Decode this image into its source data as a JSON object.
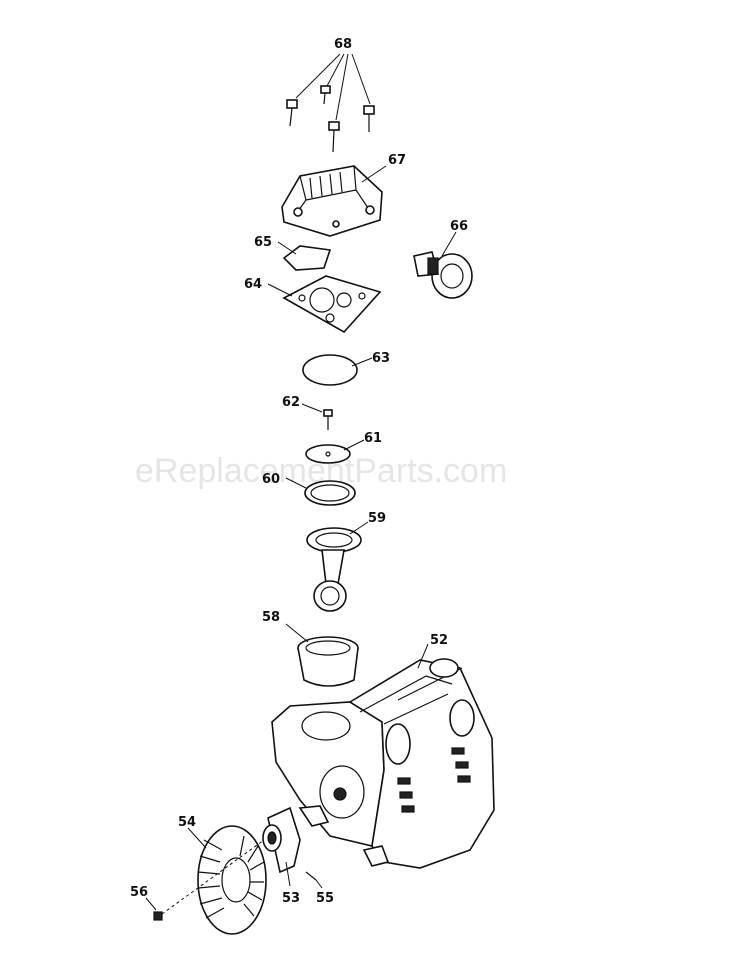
{
  "watermark": "eReplacementParts.com",
  "callouts": {
    "p52": "52",
    "p53": "53",
    "p54": "54",
    "p55": "55",
    "p56": "56",
    "p58": "58",
    "p59": "59",
    "p60": "60",
    "p61": "61",
    "p62": "62",
    "p63": "63",
    "p64": "64",
    "p65": "65",
    "p66": "66",
    "p67": "67",
    "p68": "68"
  }
}
